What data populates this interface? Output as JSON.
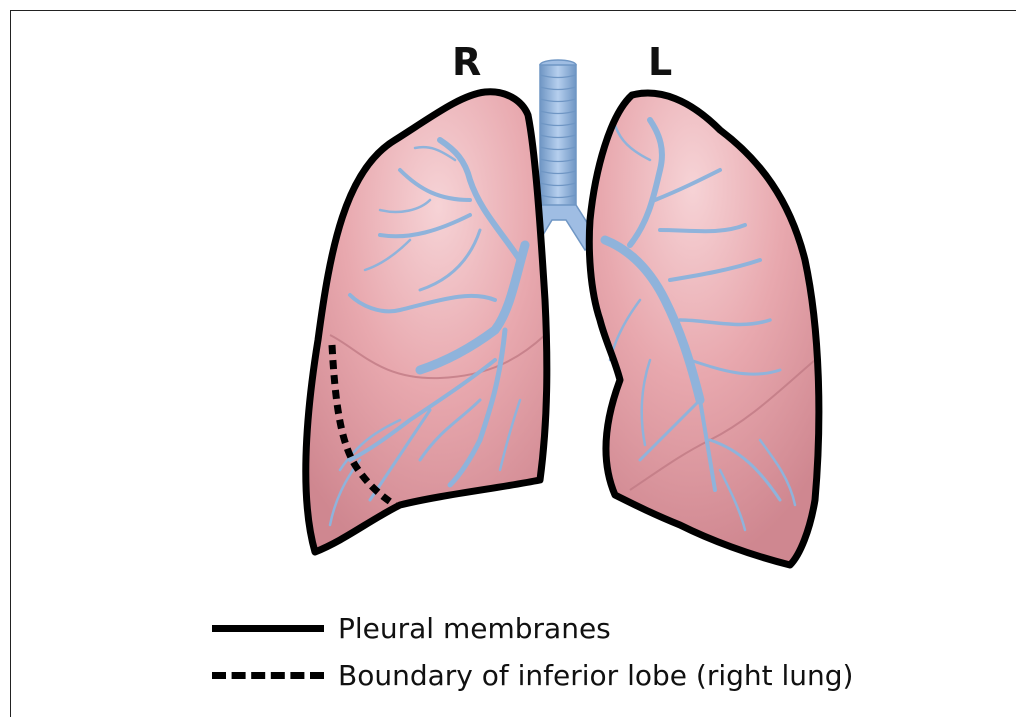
{
  "labels": {
    "right": "R",
    "left": "L"
  },
  "legend": {
    "solid": "Pleural membranes",
    "dashed": "Boundary of inferior lobe (right lung)"
  },
  "colors": {
    "lung_fill": "#e7a7ad",
    "lung_shade": "#cf8790",
    "airway": "#8fb3db",
    "airway_dark": "#6f96c4",
    "outline": "#000000"
  }
}
